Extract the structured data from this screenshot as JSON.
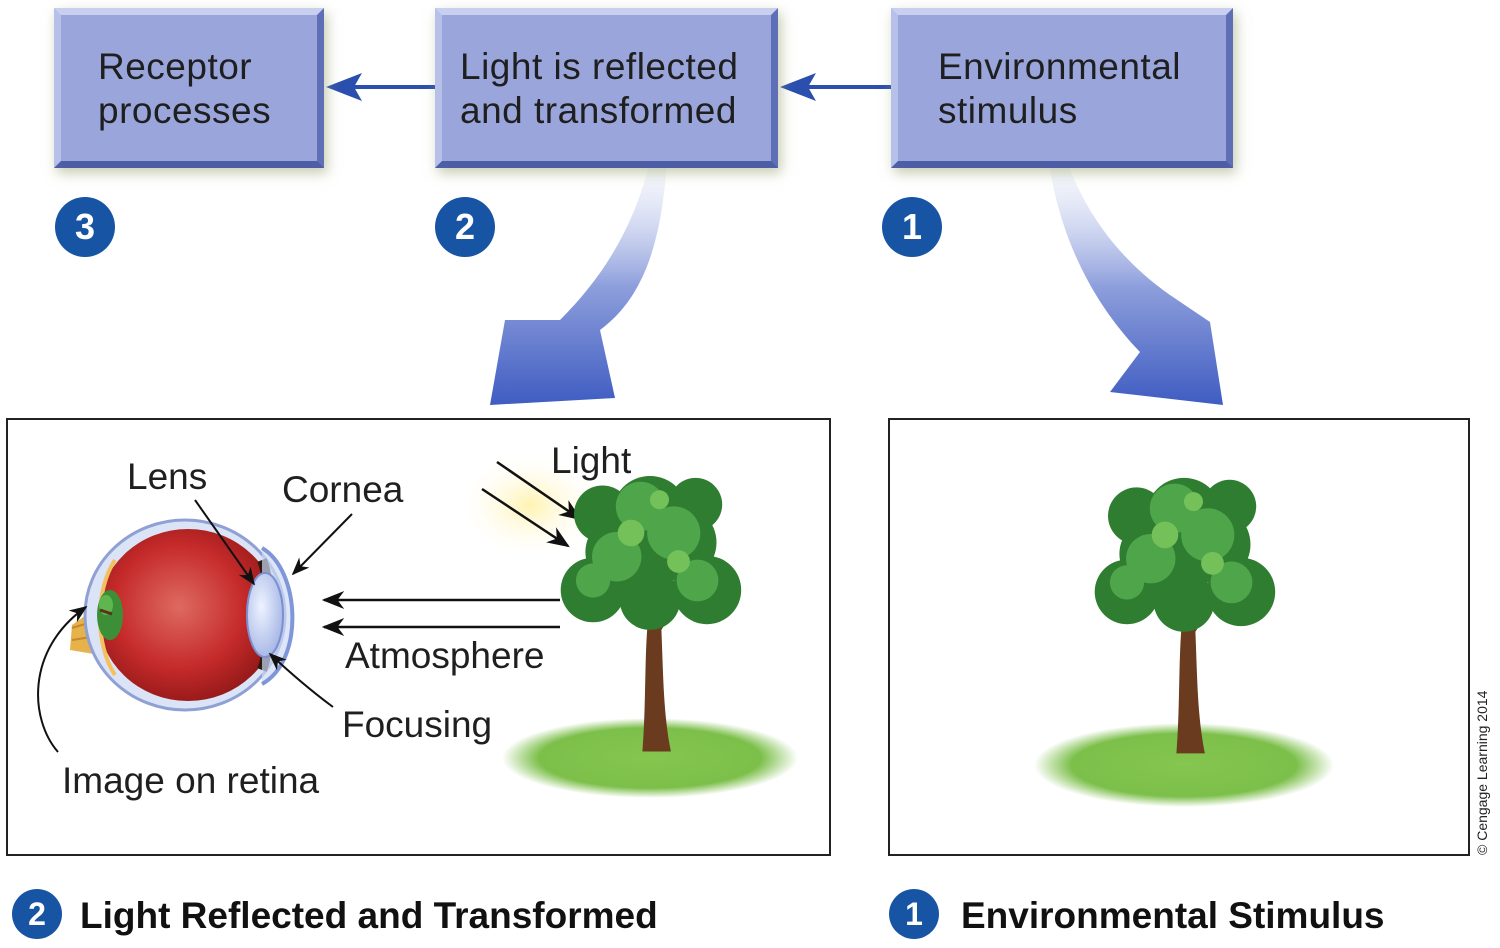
{
  "steps": {
    "receptor": {
      "line1": "Receptor",
      "line2": "processes",
      "number": "3"
    },
    "reflected": {
      "line1": "Light is reflected",
      "line2": "and transformed",
      "number": "2"
    },
    "stimulus": {
      "line1": "Environmental",
      "line2": "stimulus",
      "number": "1"
    }
  },
  "left_panel": {
    "labels": {
      "lens": "Lens",
      "cornea": "Cornea",
      "light": "Light",
      "atmosphere": "Atmosphere",
      "focusing": "Focusing",
      "image_on_retina": "Image on retina"
    },
    "caption_number": "2",
    "caption": "Light Reflected and Transformed"
  },
  "right_panel": {
    "caption_number": "1",
    "caption": "Environmental Stimulus"
  },
  "copyright": "© Cengage Learning 2014",
  "colors": {
    "box_fill": "#9aa6db",
    "badge_blue": "#1754a3",
    "arrow_blue": "#2b4fae",
    "tree_green": "#3f9a3c",
    "grass_green": "#7cc04c",
    "eye_red": "#c52a2a"
  }
}
